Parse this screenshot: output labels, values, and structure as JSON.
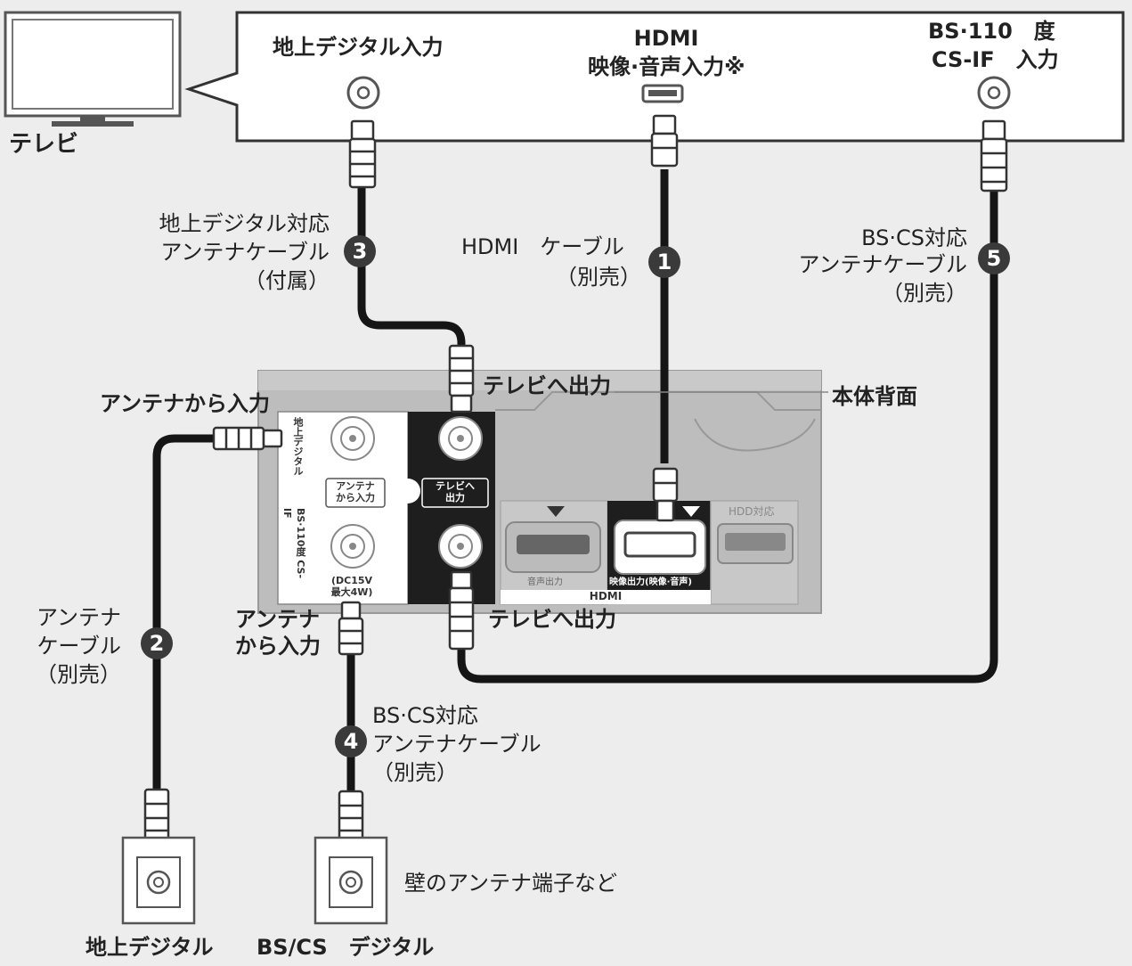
{
  "tv": {
    "label": "テレビ"
  },
  "tv_panel": {
    "terrestrial_input": "地上デジタル入力",
    "hdmi_line1": "HDMI",
    "hdmi_line2": "映像·音声入力※",
    "bs_line1": "BS·110　度",
    "bs_line2": "CS-IF　入力"
  },
  "cables": [
    {
      "number": "3",
      "line1": "地上デジタル対応",
      "line2": "アンテナケーブル",
      "line3": "（付属）"
    },
    {
      "number": "1",
      "line1": "HDMI　ケーブル",
      "line2": "（別売）"
    },
    {
      "number": "5",
      "line1": "BS·CS対応",
      "line2": "アンテナケーブル",
      "line3": "（別売）"
    },
    {
      "number": "2",
      "line1": "アンテナ",
      "line2": "ケーブル",
      "line3": "（別売）"
    },
    {
      "number": "4",
      "line1": "BS·CS対応",
      "line2": "アンテナケーブル",
      "line3": "（別売）"
    }
  ],
  "unit": {
    "back_label": "本体背面",
    "tv_out_top": "テレビへ出力",
    "tv_out_bottom": "テレビへ出力",
    "antenna_in_top": "アンテナから入力",
    "antenna_in_bottom_line1": "アンテナ",
    "antenna_in_bottom_line2": "から入力",
    "panel_terrestrial": "地上デジタル",
    "panel_bs": "BS·110度 CS-IF",
    "panel_antenna_in_line1": "アンテナ",
    "panel_antenna_in_line2": "から入力",
    "panel_tv_out_line1": "テレビへ",
    "panel_tv_out_line2": "出力",
    "panel_dc_line1": "(DC15V",
    "panel_dc_line2": "最大4W)",
    "audio_out": "音声出力",
    "video_out": "映像出力(映像·音声)",
    "hdmi": "HDMI",
    "hdd": "HDD対応"
  },
  "wall": {
    "note": "壁のアンテナ端子など",
    "terrestrial": "地上デジタル",
    "bscs": "BS/CS　デジタル"
  }
}
